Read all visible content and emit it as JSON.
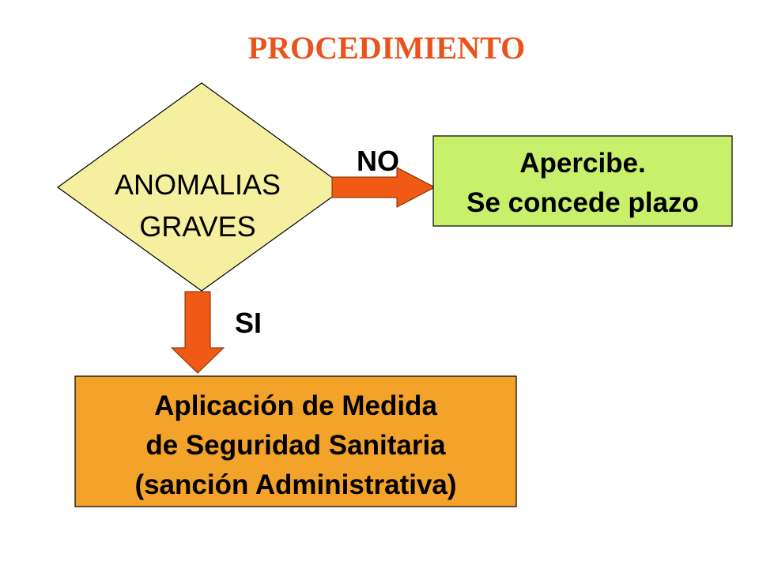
{
  "title": "PROCEDIMIENTO",
  "decision": {
    "line1": "ANOMALIAS",
    "line2": "GRAVES"
  },
  "branch_no": {
    "label": "NO",
    "box_line1": "Apercibe.",
    "box_line2": "Se concede plazo"
  },
  "branch_si": {
    "label": "SI",
    "box_line1": "Aplicación de Medida",
    "box_line2": "de Seguridad Sanitaria",
    "box_line3": "(sanción Administrativa)"
  },
  "colors": {
    "title": "#e8541c",
    "diamond_fill": "#f5f0a0",
    "no_box_fill": "#c9f06a",
    "si_box_fill": "#f3a22a",
    "arrow_fill": "#f05a14",
    "text": "#000000"
  }
}
